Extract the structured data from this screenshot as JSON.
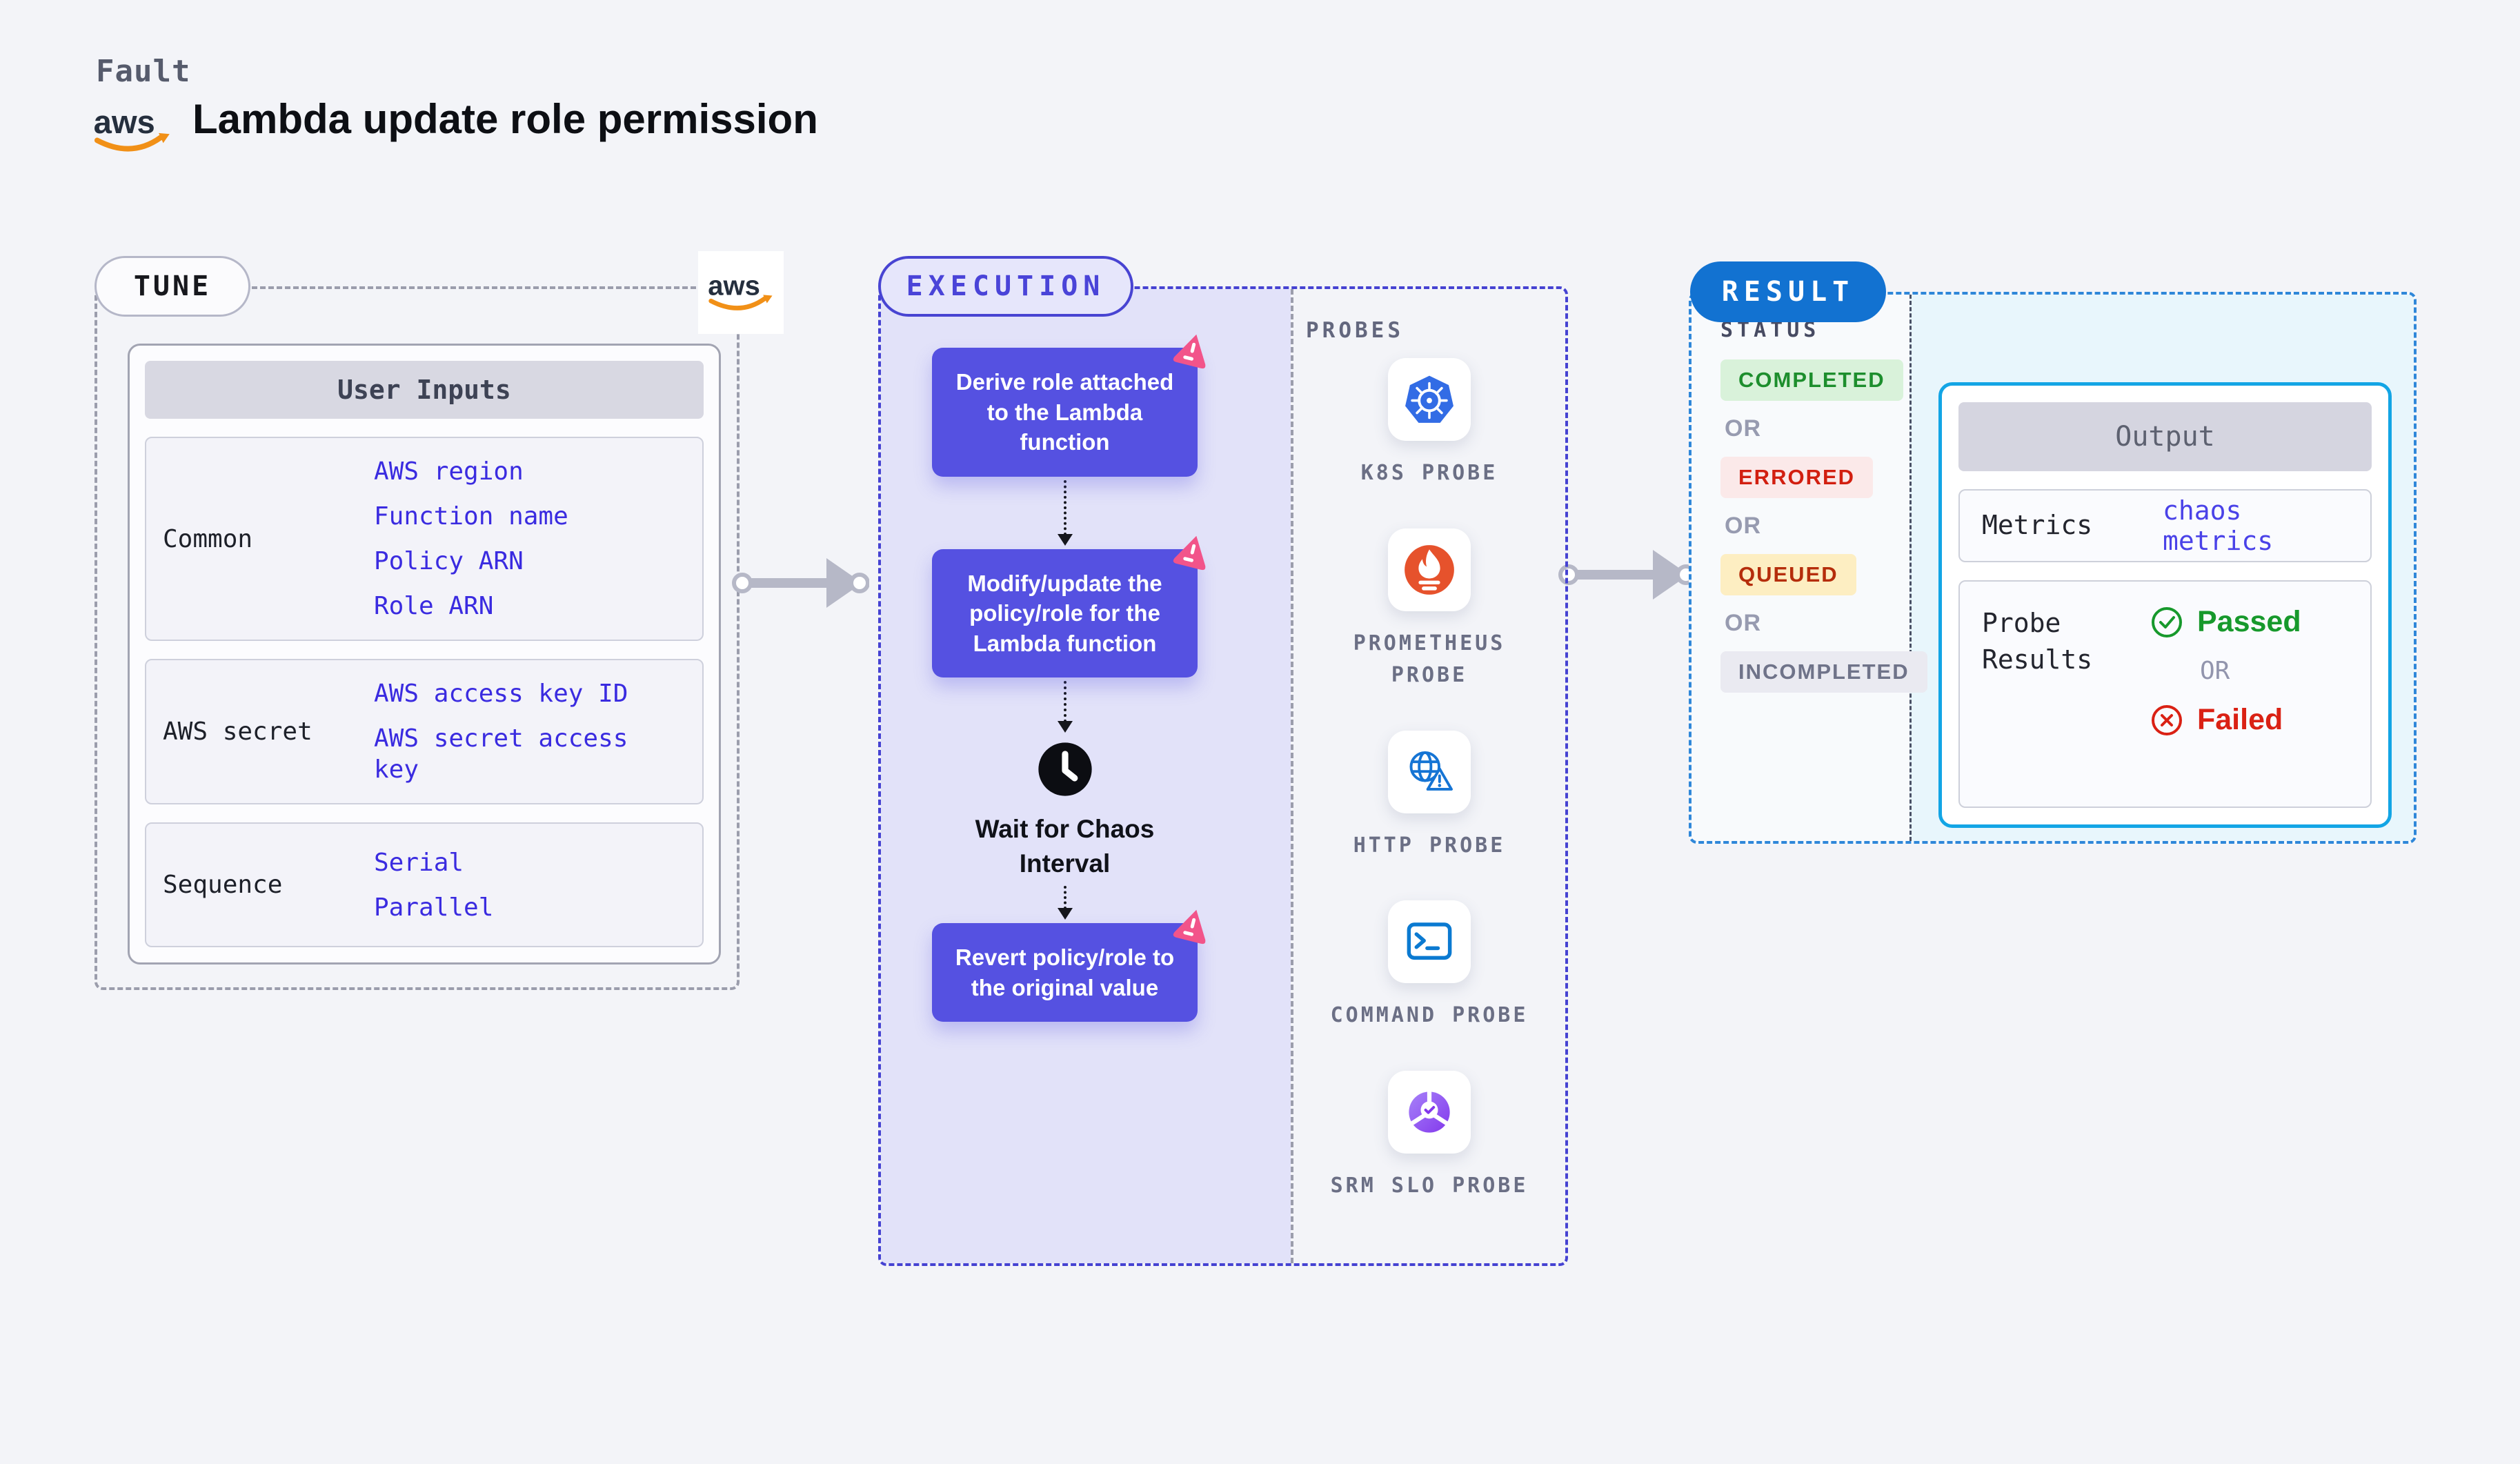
{
  "header": {
    "eyebrow": "Fault",
    "title": "Lambda update role permission",
    "aws_logo": "aws"
  },
  "tune": {
    "badge": "TUNE",
    "aws_logo": "aws",
    "user_inputs": {
      "header": "User Inputs",
      "rows": [
        {
          "label": "Common",
          "values": [
            "AWS region",
            "Function name",
            "Policy ARN",
            "Role ARN"
          ]
        },
        {
          "label": "AWS secret",
          "values": [
            "AWS access key ID",
            "AWS secret access key"
          ]
        },
        {
          "label": "Sequence",
          "values": [
            "Serial",
            "Parallel"
          ]
        }
      ]
    }
  },
  "execution": {
    "badge": "EXECUTION",
    "steps": {
      "derive": "Derive role attached to the Lambda function",
      "modify": "Modify/update the policy/role for the Lambda function",
      "wait": "Wait for Chaos Interval",
      "revert": "Revert policy/role to the original value"
    }
  },
  "probes": {
    "label": "PROBES",
    "items": [
      {
        "name": "K8S PROBE",
        "icon": "kubernetes-icon"
      },
      {
        "name": "PROMETHEUS PROBE",
        "icon": "prometheus-icon"
      },
      {
        "name": "HTTP PROBE",
        "icon": "http-globe-warning-icon"
      },
      {
        "name": "COMMAND PROBE",
        "icon": "command-terminal-icon"
      },
      {
        "name": "SRM SLO PROBE",
        "icon": "srm-slo-donut-check-icon"
      }
    ]
  },
  "result": {
    "badge": "RESULT",
    "status_label": "STATUS",
    "or_label": "OR",
    "statuses": [
      {
        "label": "COMPLETED",
        "color": "#1d8e2d",
        "bg": "#d9f2da"
      },
      {
        "label": "ERRORED",
        "color": "#d21f10",
        "bg": "#fbe9e9"
      },
      {
        "label": "QUEUED",
        "color": "#b52d0b",
        "bg": "#fdeec2"
      },
      {
        "label": "INCOMPLETED",
        "color": "#6f7389",
        "bg": "#eaeaf1"
      }
    ],
    "output": {
      "header": "Output",
      "metrics_label": "Metrics",
      "metrics_value": "chaos metrics",
      "probe_results_label": "Probe Results",
      "passed_label": "Passed",
      "failed_label": "Failed"
    }
  },
  "colors": {
    "page_bg": "#f3f4f8",
    "lavender_bg": "#e2e2f9",
    "step_purple": "#5551e1",
    "execution_border": "#4542d2",
    "tune_dash_grey": "#9b9dac",
    "result_dash_blue": "#2f87d9",
    "result_badge_blue": "#1272d1",
    "result_cyan_bg": "#e8f6fc",
    "output_border_cyan": "#13a5e5",
    "input_link_blue": "#3a2be0",
    "arrow_grey": "#b6b8c7",
    "chaos_pink": "#f2548a",
    "aws_orange": "#f19017",
    "kubernetes_blue": "#326ce5",
    "prometheus_orange": "#e6522c",
    "http_blue": "#1574d4",
    "command_blue": "#0b7ad1",
    "srm_purple": "#8338ec",
    "passed_green": "#17992c",
    "failed_red": "#da2114"
  }
}
